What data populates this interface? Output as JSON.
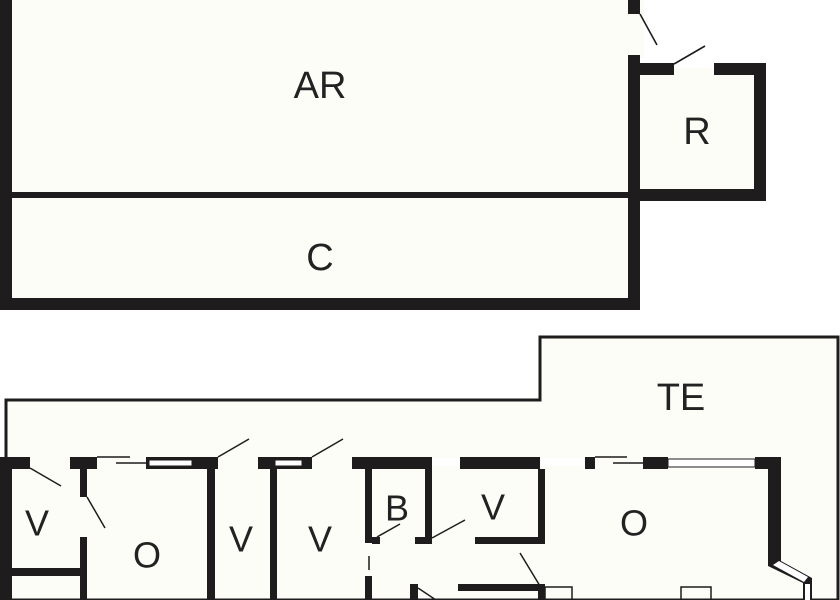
{
  "colors": {
    "background": "#ffffff",
    "floor_fill": "#fdfdf8",
    "wall": "#1e1c1c"
  },
  "rooms": {
    "ar": {
      "label": "AR"
    },
    "c": {
      "label": "C"
    },
    "r": {
      "label": "R"
    },
    "te": {
      "label": "TE"
    },
    "v1": {
      "label": "V"
    },
    "o1": {
      "label": "O"
    },
    "v2": {
      "label": "V"
    },
    "v3": {
      "label": "V"
    },
    "b": {
      "label": "B"
    },
    "v4": {
      "label": "V"
    },
    "o2": {
      "label": "O"
    }
  }
}
